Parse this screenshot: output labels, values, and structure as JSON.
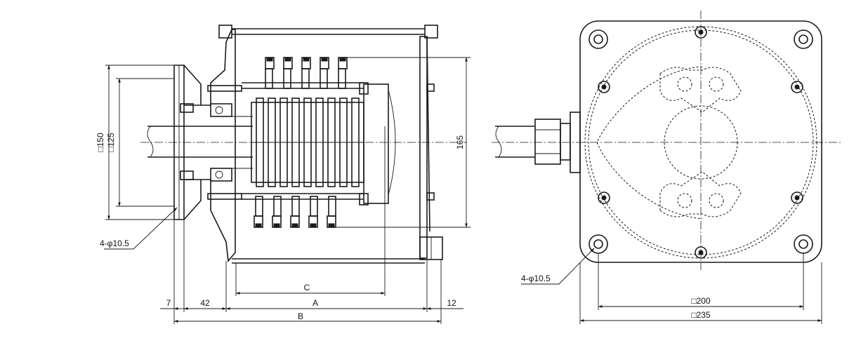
{
  "side_view": {
    "dims": {
      "sq150": "□150",
      "sq125": "□125",
      "d165": "165",
      "hole": "4-φ10.5",
      "C": "C",
      "A": "A",
      "B": "B",
      "d7": "7",
      "d42": "42",
      "d12": "12"
    }
  },
  "end_view": {
    "dims": {
      "hole": "4-φ10.5",
      "sq200": "□200",
      "sq235": "□235"
    }
  }
}
